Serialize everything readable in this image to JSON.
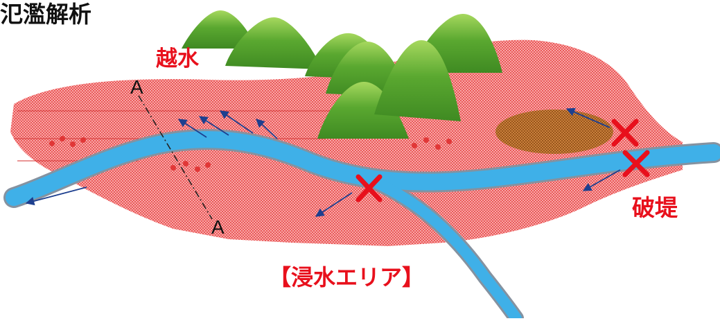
{
  "title": "氾濫解析",
  "labels": {
    "overflow": "越水",
    "breach": "破堤",
    "inundation_area": "【浸水エリア】",
    "section_top": "A",
    "section_bottom": "A"
  },
  "colors": {
    "inundation": "#f26a6a",
    "inundation_dark": "#e03030",
    "river": "#3fb0e8",
    "river_edge": "#7a8a99",
    "mountain": "#4f9e2a",
    "mountain_light": "#9bd45a",
    "marker": "#e8101c",
    "flow_arrow": "#1d3f8f",
    "ponding": "#a86a10"
  },
  "icons": {
    "breach_marker": "cross-mark-icon",
    "flow": "arrow-icon"
  }
}
